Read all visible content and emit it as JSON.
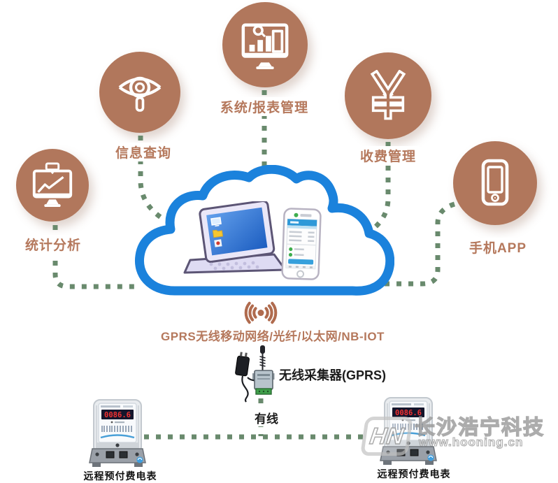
{
  "diagram_title": "",
  "nodes": [
    {
      "id": "stats",
      "label": "统计分析",
      "icon": "monitor-line-chart-icon"
    },
    {
      "id": "info",
      "label": "信息查询",
      "icon": "eye-magnifier-icon"
    },
    {
      "id": "report",
      "label": "系统/报表管理",
      "icon": "monitor-bar-chart-icon"
    },
    {
      "id": "fee",
      "label": "收费管理",
      "icon": "yuan-currency-icon"
    },
    {
      "id": "app",
      "label": "手机APP",
      "icon": "smartphone-icon"
    }
  ],
  "cloud": {
    "contains": [
      "laptop",
      "mobile-phone"
    ]
  },
  "network": {
    "wifi_icon": "wifi-signal-icon",
    "label": "GPRS无线移动网络/光纤/以太网/NB-IOT"
  },
  "collector": {
    "label": "无线采集器(GPRS)",
    "wired_label": "有线"
  },
  "meters": [
    {
      "display": "0086.6",
      "label": "远程预付费电表"
    },
    {
      "display": "0086.6",
      "label": "远程预付费电表"
    }
  ],
  "watermark": {
    "logo": "HN",
    "company": "长沙浩宁科技",
    "url": "www.hooning.cn"
  },
  "colors": {
    "circle_brown": "#b1775c",
    "label_brown": "#b5785c",
    "cloud_blue": "#1b82dc",
    "dash_green": "#698a6d",
    "led_red": "#f23030",
    "wifi_brown": "#b06b4e"
  }
}
